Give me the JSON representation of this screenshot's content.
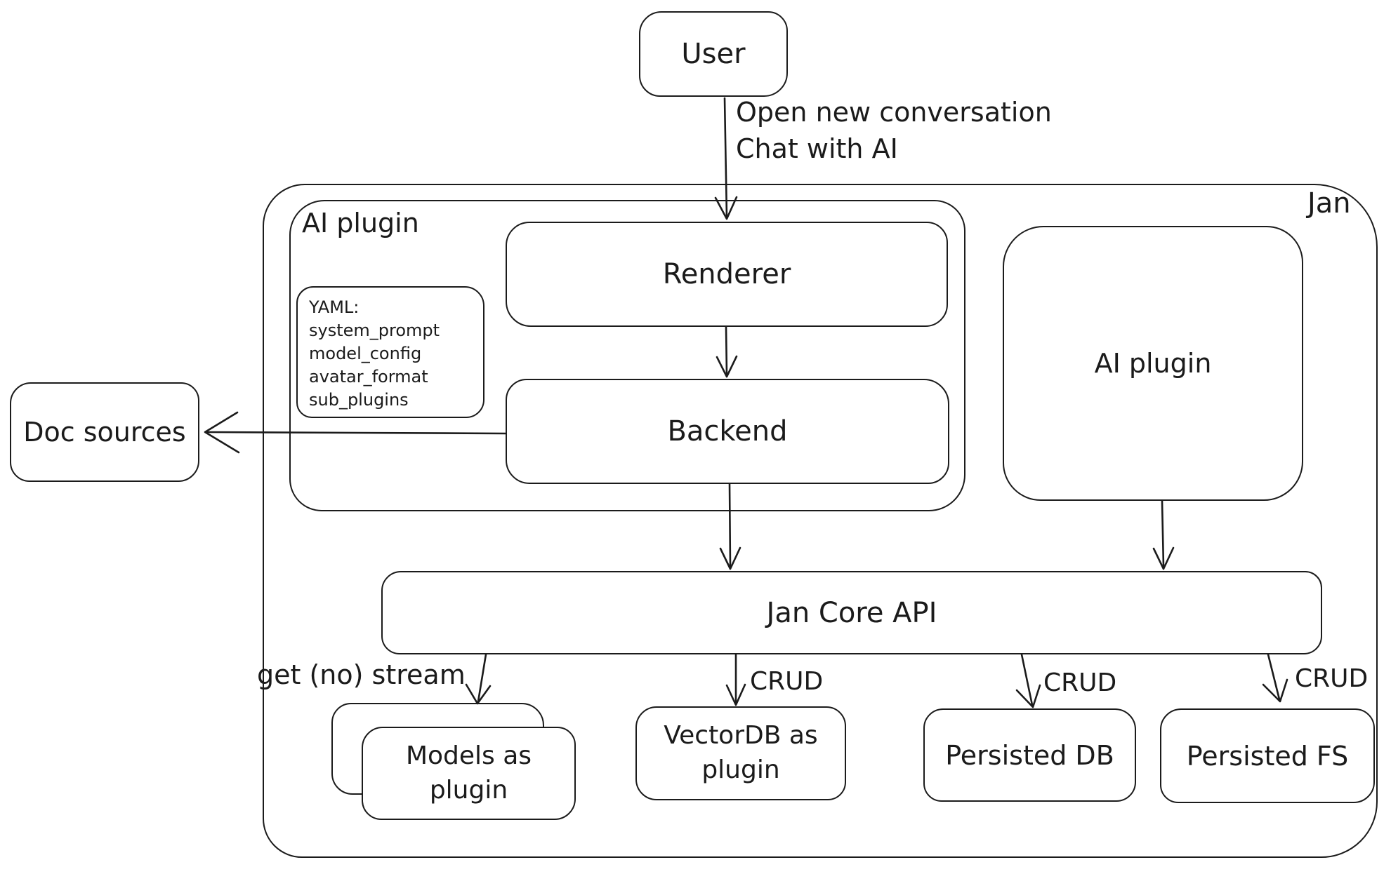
{
  "diagram": {
    "colors": {
      "stroke": "#1b1b1b",
      "background": "#ffffff"
    },
    "containers": {
      "jan": {
        "label": "Jan"
      },
      "ai_plugin_group": {
        "label": "AI plugin"
      }
    },
    "nodes": {
      "user": {
        "label": "User"
      },
      "renderer": {
        "label": "Renderer"
      },
      "backend": {
        "label": "Backend"
      },
      "ai_plugin_right": {
        "label": "AI plugin"
      },
      "doc_sources": {
        "label": "Doc sources"
      },
      "jan_core_api": {
        "label": "Jan Core API"
      },
      "models_plugin": {
        "line1": "Models as",
        "line2": "plugin"
      },
      "vectordb_plugin": {
        "line1": "VectorDB as",
        "line2": "plugin"
      },
      "persisted_db": {
        "label": "Persisted DB"
      },
      "persisted_fs": {
        "label": "Persisted FS"
      }
    },
    "yaml_note": {
      "title": "YAML:",
      "items": [
        "system_prompt",
        "model_config",
        "avatar_format",
        "sub_plugins"
      ]
    },
    "edge_labels": {
      "open_conversation_line1": "Open new conversation",
      "open_conversation_line2": "Chat with AI",
      "get_no_stream": "get (no) stream",
      "crud_vectordb": "CRUD",
      "crud_persisted_db": "CRUD",
      "crud_persisted_fs": "CRUD"
    }
  }
}
